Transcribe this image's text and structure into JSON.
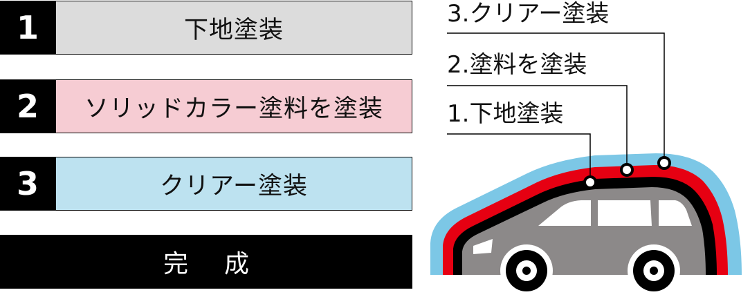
{
  "steps": [
    {
      "number": "1",
      "label": "下地塗装",
      "color": "#dcdcdc"
    },
    {
      "number": "2",
      "label": "ソリッドカラー塗料を塗装",
      "color": "#f6ccd3"
    },
    {
      "number": "3",
      "label": "クリアー塗装",
      "color": "#bde2f0"
    }
  ],
  "final_label": "完成",
  "layer_labels": {
    "layer1": "1.下地塗装",
    "layer2": "2.塗料を塗装",
    "layer3": "3.クリアー塗装"
  },
  "layer_colors": {
    "clear": "#7cc7e6",
    "paint": "#e60012",
    "primer": "#000000",
    "body": "#8c8989"
  }
}
